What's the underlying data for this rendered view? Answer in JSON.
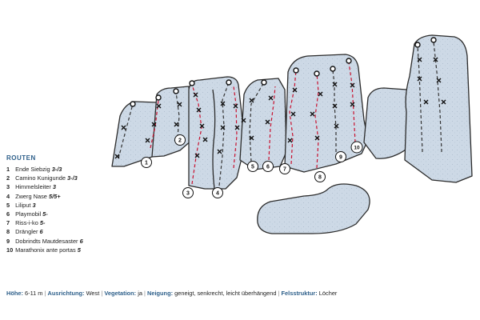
{
  "legend": {
    "title": "ROUTEN",
    "routes": [
      {
        "num": "1",
        "name": "Ende Siebzig",
        "grade": "3-/3"
      },
      {
        "num": "2",
        "name": "Camino Kunigunde",
        "grade": "3-/3"
      },
      {
        "num": "3",
        "name": "Himmelsleiter",
        "grade": "3"
      },
      {
        "num": "4",
        "name": "Zwerg Nase",
        "grade": "5/5+"
      },
      {
        "num": "5",
        "name": "Liliput",
        "grade": "3"
      },
      {
        "num": "6",
        "name": "Playmobil",
        "grade": "5-"
      },
      {
        "num": "7",
        "name": "Riss-i-ko",
        "grade": "5-"
      },
      {
        "num": "8",
        "name": "Drängler",
        "grade": "6"
      },
      {
        "num": "9",
        "name": "Dobrindts Mautdesaster",
        "grade": "6"
      },
      {
        "num": "10",
        "name": "Marathonix ante portas",
        "grade": "5"
      }
    ]
  },
  "footer": {
    "hoehe_label": "Höhe:",
    "hoehe_value": "6-11 m",
    "ausrichtung_label": "Ausrichtung:",
    "ausrichtung_value": "West",
    "vegetation_label": "Vegetation:",
    "vegetation_value": "ja",
    "neigung_label": "Neigung:",
    "neigung_value": "geneigt, senkrecht, leicht überhängend",
    "fels_label": "Felsstruktur:",
    "fels_value": "Löcher",
    "separator": "|"
  },
  "colors": {
    "rock_fill": "#cdd9e6",
    "rock_stroke": "#2b2b2b",
    "route_red": "#c8102e",
    "route_dark": "#333333",
    "accent_blue": "#2d5f8a"
  },
  "icons": {
    "anchor": "circle-anchor-icon",
    "bolt": "x-bolt-icon"
  }
}
